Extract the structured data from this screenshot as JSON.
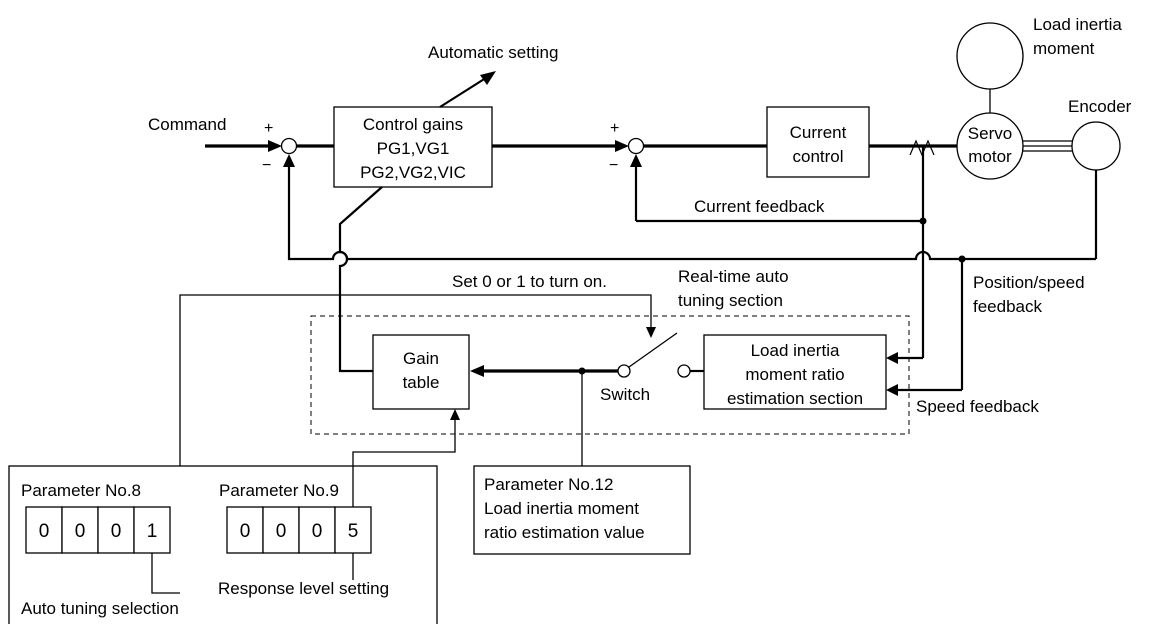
{
  "labels": {
    "command": "Command",
    "automatic_setting": "Automatic setting",
    "control_gains": [
      "Control gains",
      "PG1,VG1",
      "PG2,VG2,VIC"
    ],
    "current_control": [
      "Current",
      "control"
    ],
    "servo_motor": [
      "Servo",
      "motor"
    ],
    "load_inertia_moment": [
      "Load inertia",
      "moment"
    ],
    "encoder": "Encoder",
    "current_feedback": "Current feedback",
    "position_speed_feedback": [
      "Position/speed",
      "feedback"
    ],
    "realtime_section": [
      "Real-time auto",
      "tuning section"
    ],
    "set_hint": "Set 0 or 1 to turn on.",
    "gain_table": [
      "Gain",
      "table"
    ],
    "switch": "Switch",
    "estimation_section": [
      "Load inertia",
      "moment ratio",
      "estimation section"
    ],
    "speed_feedback": "Speed feedback",
    "param12": [
      "Parameter No.12",
      "Load inertia moment",
      "ratio estimation value"
    ],
    "param8": "Parameter No.8",
    "param9": "Parameter No.9",
    "auto_tuning_selection": "Auto tuning selection",
    "response_level_setting": "Response level setting",
    "plus": "+",
    "minus": "−"
  },
  "param8_digits": [
    "0",
    "0",
    "0",
    "1"
  ],
  "param9_digits": [
    "0",
    "0",
    "0",
    "5"
  ]
}
